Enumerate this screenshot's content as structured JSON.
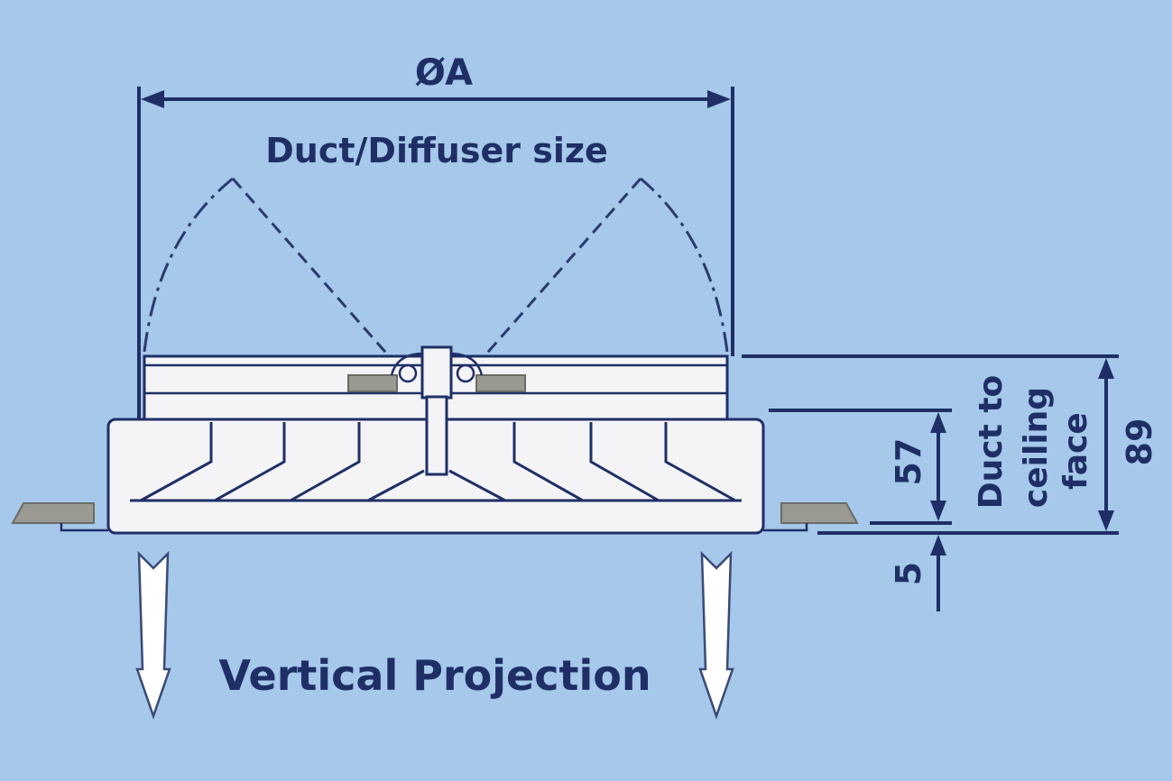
{
  "labels": {
    "diameter": "ØA",
    "size_note": "Duct/Diffuser size",
    "projection": "Vertical Projection",
    "dim_57": "57",
    "dim_5": "5",
    "dim_89": "89",
    "duct_to_ceiling_line1": "Duct to",
    "duct_to_ceiling_line2": "ceiling",
    "duct_to_ceiling_line3": "face"
  },
  "colors": {
    "background": "#a6c8ea",
    "ink": "#1f2f66",
    "diffuser_body": "#f4f4f6",
    "ceiling_tile": "#9a9a93"
  }
}
